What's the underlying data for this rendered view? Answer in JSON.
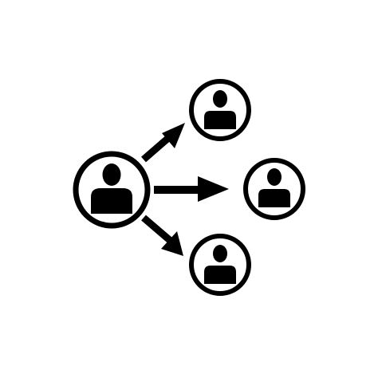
{
  "diagram": {
    "type": "delegation-network-icon",
    "colors": {
      "background": "#ffffff",
      "ink": "#000000"
    },
    "nodes": [
      {
        "id": "source",
        "role": "source",
        "icon": "person-icon"
      },
      {
        "id": "target-top",
        "role": "target",
        "icon": "person-icon"
      },
      {
        "id": "target-middle",
        "role": "target",
        "icon": "person-icon"
      },
      {
        "id": "target-bottom",
        "role": "target",
        "icon": "person-icon"
      }
    ],
    "edges": [
      {
        "from": "source",
        "to": "target-top",
        "icon": "arrow-icon"
      },
      {
        "from": "source",
        "to": "target-middle",
        "icon": "arrow-icon"
      },
      {
        "from": "source",
        "to": "target-bottom",
        "icon": "arrow-icon"
      }
    ]
  }
}
